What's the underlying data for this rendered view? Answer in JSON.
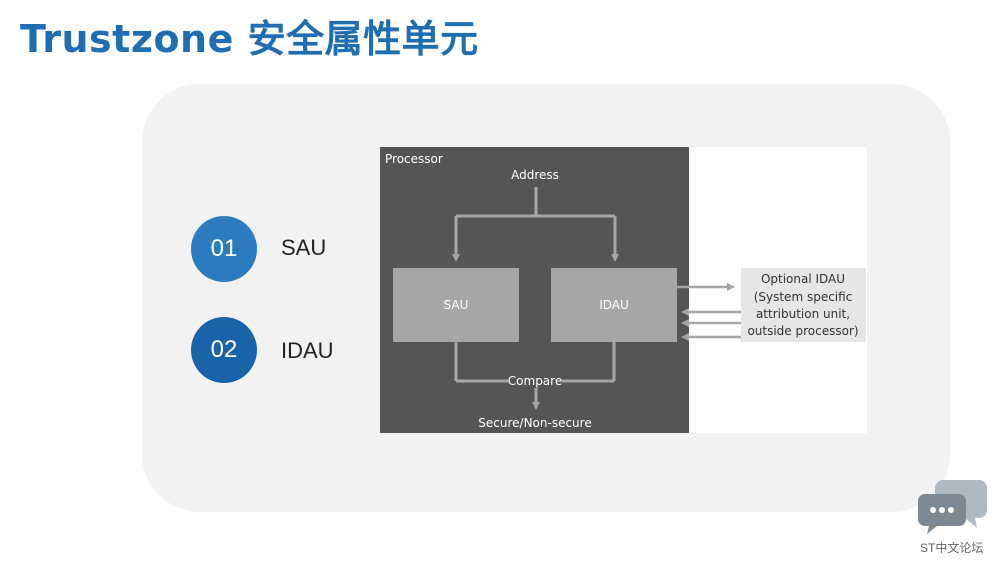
{
  "title": "Trustzone 安全属性单元",
  "items": [
    {
      "number": "01",
      "label": "SAU"
    },
    {
      "number": "02",
      "label": "IDAU"
    }
  ],
  "diagram": {
    "processor_label": "Processor",
    "address_label": "Address",
    "sau_label": "SAU",
    "idau_label": "IDAU",
    "compare_label": "Compare",
    "output_label": "Secure/Non-secure",
    "optional_idau_lines": [
      "Optional IDAU",
      "(System specific",
      "attribution unit,",
      "outside processor)"
    ]
  },
  "footer": {
    "logo_text": "ST中文论坛",
    "logo_icon": "chat-bubbles-icon"
  },
  "colors": {
    "title": "#1f6eb2",
    "circle1": "#2c7bc0",
    "circle2": "#1a63a8",
    "processor_bg": "#555555",
    "unit_box": "#a6a6a6",
    "external_box": "#e6e6e6"
  }
}
